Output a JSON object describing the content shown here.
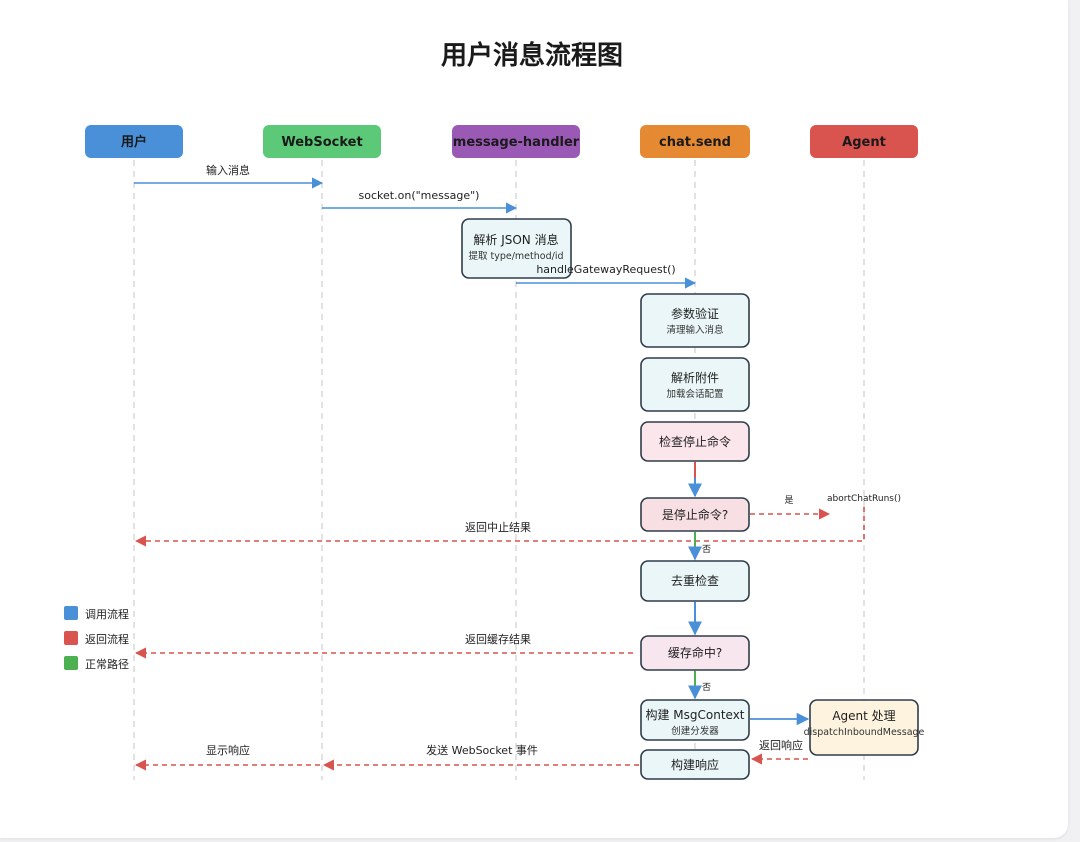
{
  "title": "用户消息流程图",
  "actors": {
    "user": "用户",
    "websocket": "WebSocket",
    "handler": "message-handler",
    "chat_send": "chat.send",
    "agent": "Agent"
  },
  "messages": {
    "input_message": "输入消息",
    "socket_on": "socket.on(\"message\")",
    "handle_gateway": "handleGatewayRequest()",
    "return_abort": "返回中止结果",
    "return_cache": "返回缓存结果",
    "show_response": "显示响应",
    "send_ws_event": "发送 WebSocket 事件",
    "return_response": "返回响应",
    "yes": "是",
    "no_1": "否",
    "no_2": "否",
    "abort_runs": "abortChatRuns()"
  },
  "boxes": {
    "parse_json": {
      "main": "解析 JSON 消息",
      "sub": "提取 type/method/id"
    },
    "validate": {
      "main": "参数验证",
      "sub": "清理输入消息"
    },
    "parse_attach": {
      "main": "解析附件",
      "sub": "加载会话配置"
    },
    "check_stop": {
      "main": "检查停止命令"
    },
    "is_stop": {
      "main": "是停止命令?"
    },
    "dedupe": {
      "main": "去重检查"
    },
    "cache_hit": {
      "main": "缓存命中?"
    },
    "build_ctx": {
      "main": "构建 MsgContext",
      "sub": "创建分发器"
    },
    "agent_proc": {
      "main": "Agent 处理",
      "sub": "dispatchInboundMessage"
    },
    "build_resp": {
      "main": "构建响应"
    }
  },
  "legend": [
    {
      "label": "调用流程",
      "color": "#4a90d9"
    },
    {
      "label": "返回流程",
      "color": "#d9534f"
    },
    {
      "label": "正常路径",
      "color": "#4caf50"
    }
  ],
  "colors": {
    "user": "#4a90d9",
    "websocket": "#5bc977",
    "handler": "#9b59b6",
    "chat_send": "#e58a33",
    "agent": "#d9534f",
    "call": "#4a90d9",
    "return": "#d9534f",
    "normal": "#4caf50"
  }
}
